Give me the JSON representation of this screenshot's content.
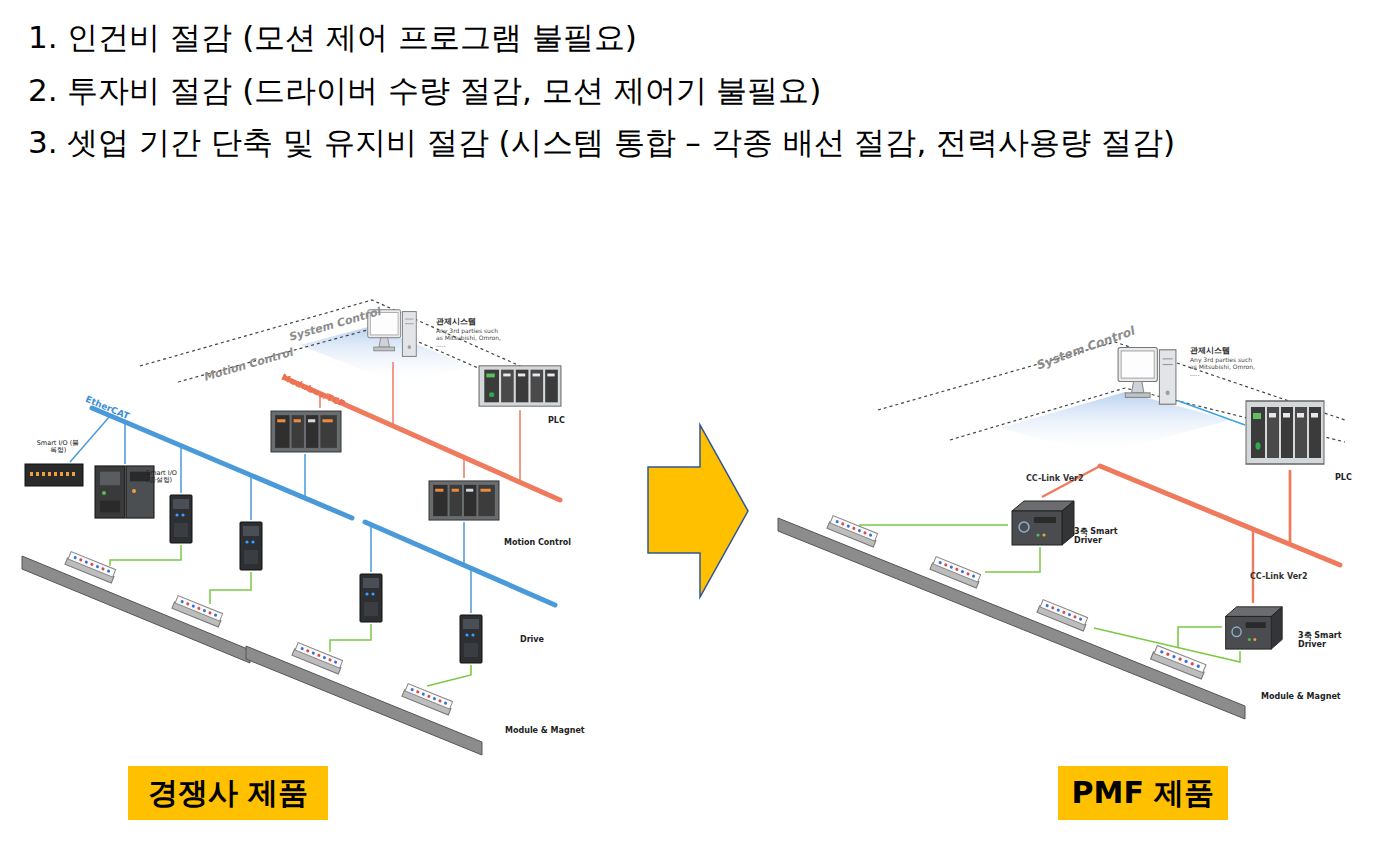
{
  "diagram": {
    "nodes": [
      {
        "text": [
          "관제시스템",
          "Any 3rd parties such as Mitsubishi, Omron, ....."
        ]
      },
      {
        "text": [
          "PLC"
        ]
      },
      {
        "text": [
          "Smart I/O (블록형)"
        ]
      },
      {
        "text": [
          "Smart I/O (증설형)"
        ]
      },
      {
        "text": [
          "Motion Control"
        ]
      },
      {
        "text": [
          "Drive"
        ]
      },
      {
        "text": [
          "Module & Magnet"
        ]
      },
      {
        "text": [
          "경쟁사 제품"
        ]
      },
      {
        "text": [
          "관제시스템",
          "Any 3rd parties such as Mitsubishi, Omron, ....."
        ]
      },
      {
        "text": [
          "PLC"
        ]
      },
      {
        "text": [
          "3축 Smart Driver"
        ]
      },
      {
        "text": [
          "3축 Smart Driver"
        ]
      },
      {
        "text": [
          "Module & Magnet"
        ]
      },
      {
        "text": [
          "PMF 제품"
        ]
      }
    ],
    "edges": [
      {
        "from": 5,
        "to": 6,
        "arrow": "none"
      },
      {
        "from": 8,
        "to": 9,
        "arrow": "none"
      },
      {
        "from": 9,
        "to": 10,
        "label": "CC-Link Ver2",
        "arrow": "none"
      },
      {
        "from": 9,
        "to": 11,
        "label": "CC-Link Ver2",
        "arrow": "none"
      },
      {
        "from": 11,
        "to": 12,
        "arrow": "none"
      }
    ],
    "labels": [
      "1. 인건비 절감 (모션 제어 프로그램 불필요)",
      "2. 투자비 절감 (드라이버 수량 절감, 모션 제어기 불필요)",
      "3. 셋업 기간 단축 및 유지비 절감 (시스템 통합 – 각종 배선 절감, 전력사용량 절감)",
      "Motion Control",
      "System Control",
      "EtherCAT",
      "Modubus/TCP",
      "System Control"
    ]
  }
}
